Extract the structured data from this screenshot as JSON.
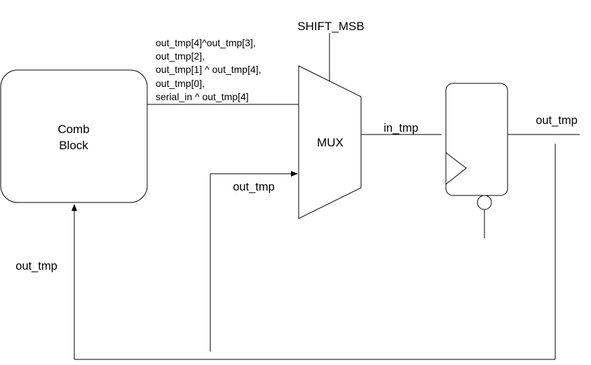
{
  "diagram": {
    "comb_block": {
      "line1": "Comb",
      "line2": "Block"
    },
    "mux": {
      "label": "MUX",
      "select_label": "SHIFT_MSB"
    },
    "mux_input_a_lines": [
      "out_tmp[4]^out_tmp[3],",
      "out_tmp[2],",
      "out_tmp[1] ^ out_tmp[4],",
      "out_tmp[0],",
      "serial_in ^ out_tmp[4]"
    ],
    "mux_input_b_label": "out_tmp",
    "register_input_label": "in_tmp",
    "register_output_label": "out_tmp",
    "feedback_label": "out_tmp"
  }
}
